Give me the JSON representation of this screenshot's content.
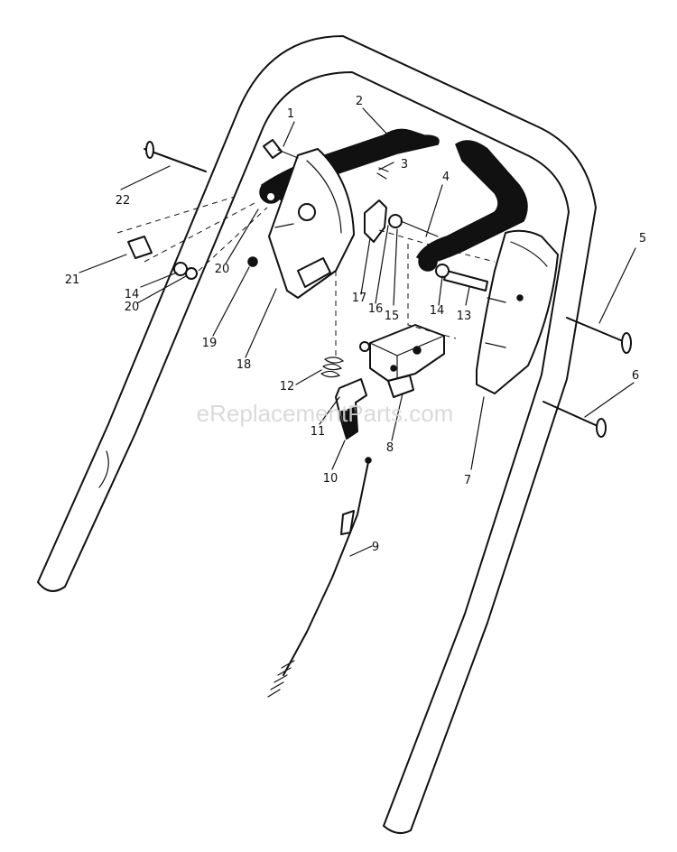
{
  "watermark": "eReplacementParts.com",
  "callouts": [
    {
      "id": "1",
      "label": "1"
    },
    {
      "id": "2",
      "label": "2"
    },
    {
      "id": "3",
      "label": "3"
    },
    {
      "id": "4",
      "label": "4"
    },
    {
      "id": "5",
      "label": "5"
    },
    {
      "id": "6",
      "label": "6"
    },
    {
      "id": "7",
      "label": "7"
    },
    {
      "id": "8",
      "label": "8"
    },
    {
      "id": "9",
      "label": "9"
    },
    {
      "id": "10",
      "label": "10"
    },
    {
      "id": "11",
      "label": "11"
    },
    {
      "id": "12",
      "label": "12"
    },
    {
      "id": "13",
      "label": "13"
    },
    {
      "id": "14a",
      "label": "14"
    },
    {
      "id": "14b",
      "label": "14"
    },
    {
      "id": "15",
      "label": "15"
    },
    {
      "id": "16",
      "label": "16"
    },
    {
      "id": "17",
      "label": "17"
    },
    {
      "id": "18",
      "label": "18"
    },
    {
      "id": "19",
      "label": "19"
    },
    {
      "id": "20a",
      "label": "20"
    },
    {
      "id": "20b",
      "label": "20"
    },
    {
      "id": "21",
      "label": "21"
    },
    {
      "id": "22",
      "label": "22"
    }
  ]
}
